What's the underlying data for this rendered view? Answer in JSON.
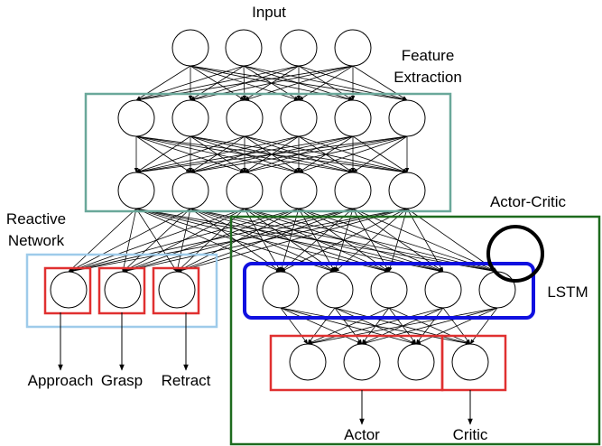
{
  "labels": {
    "input": "Input",
    "feature_line1": "Feature",
    "feature_line2": "Extraction",
    "reactive_line1": "Reactive",
    "reactive_line2": "Network",
    "actor_critic": "Actor-Critic",
    "lstm": "LSTM",
    "approach": "Approach",
    "grasp": "Grasp",
    "retract": "Retract",
    "actor": "Actor",
    "critic": "Critic"
  },
  "colors": {
    "feature_box": "#6aa89a",
    "reactive_box": "#9ecbea",
    "action_box": "#e03030",
    "actor_critic_box": "#1e6b1e",
    "lstm_box": "#1010e0",
    "node": "#000000",
    "edge": "#000000"
  },
  "layers": {
    "input_nodes": 4,
    "feature_layer1_nodes": 6,
    "feature_layer2_nodes": 6,
    "reactive_nodes": 3,
    "lstm_nodes": 5,
    "output_nodes": 4
  }
}
